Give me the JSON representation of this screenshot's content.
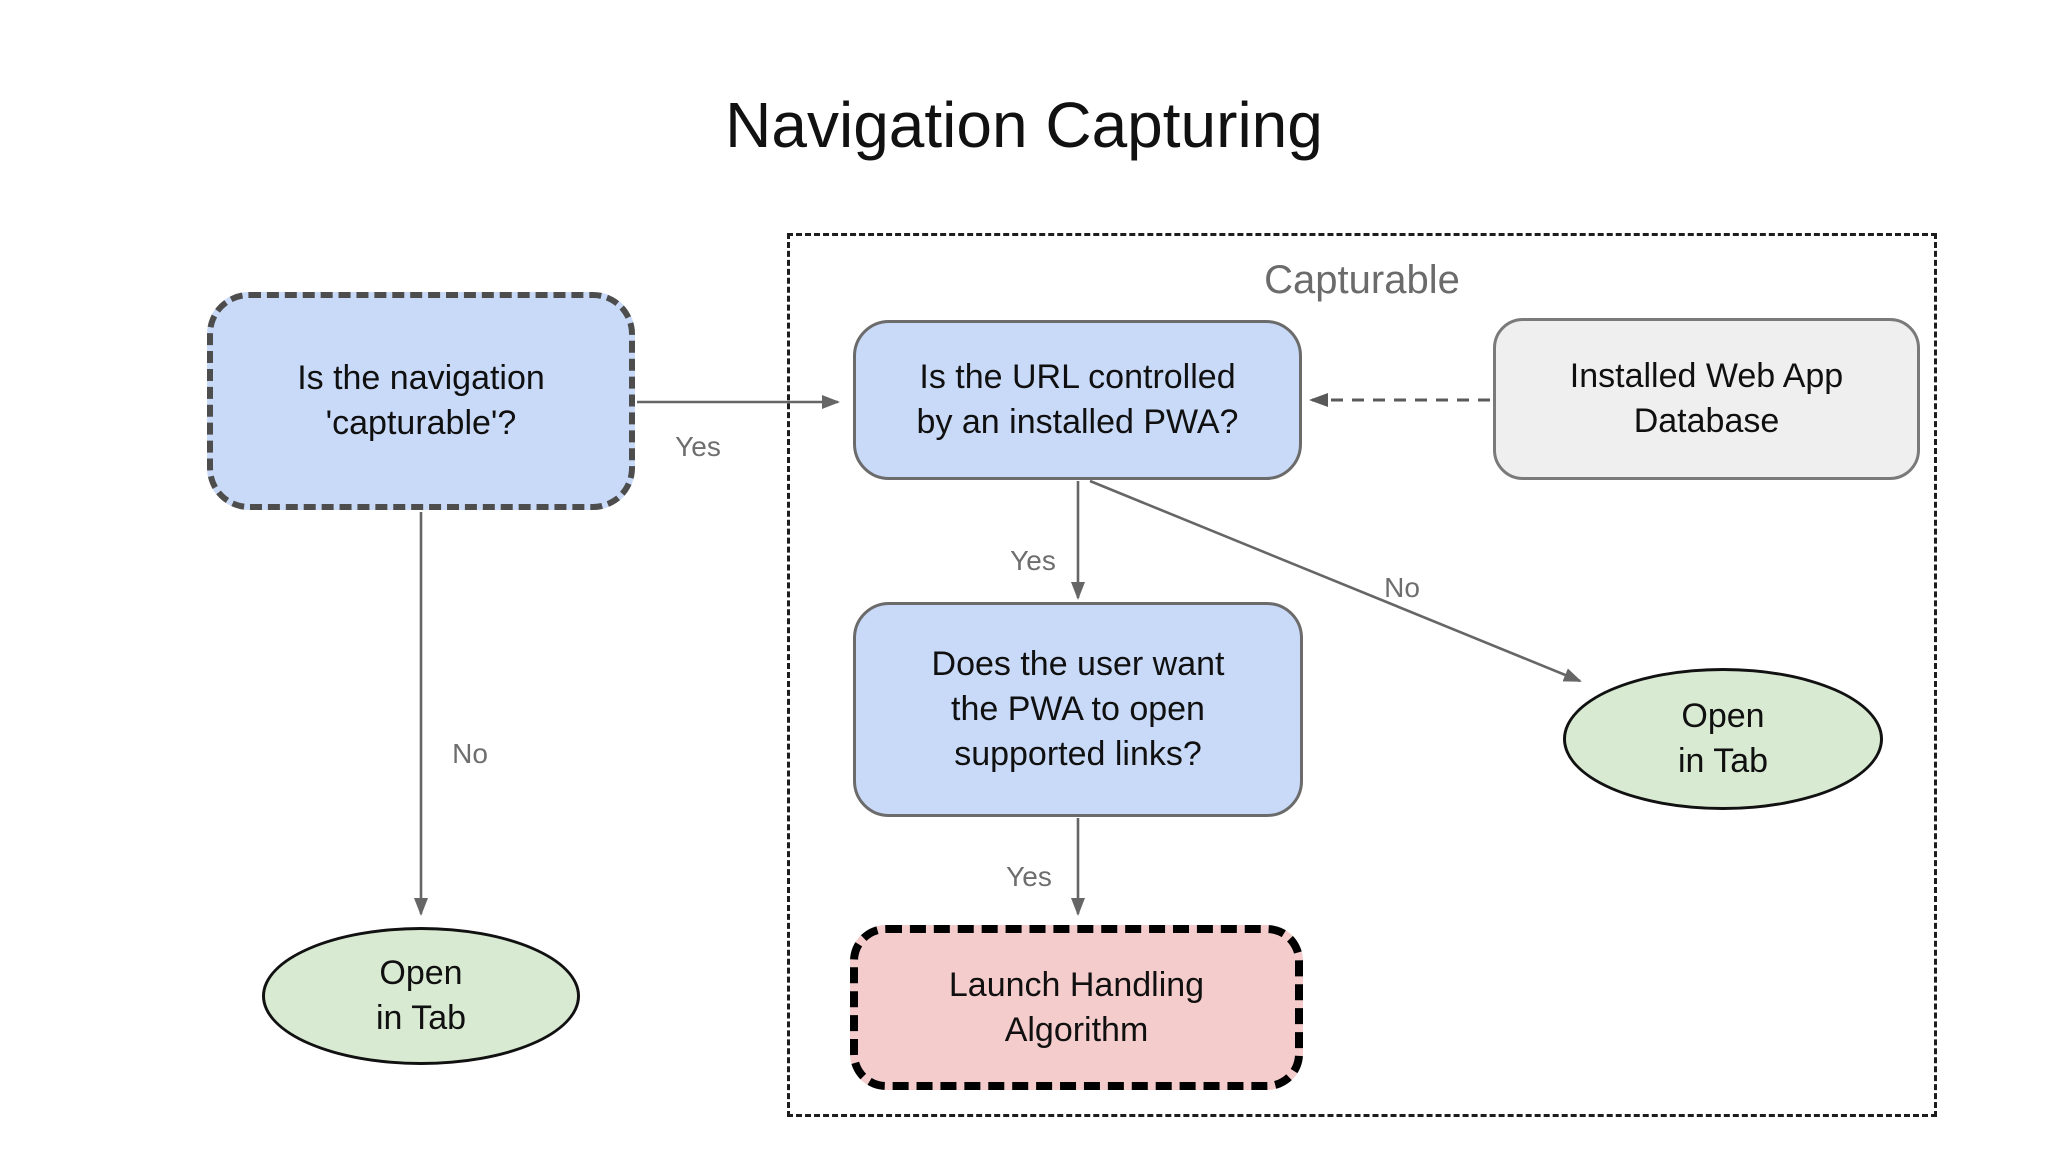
{
  "title": "Navigation Capturing",
  "container": {
    "label": "Capturable"
  },
  "nodes": {
    "is_capturable": {
      "lines": [
        "Is the navigation",
        "'capturable'?"
      ]
    },
    "url_controlled": {
      "lines": [
        "Is the URL controlled",
        "by an installed PWA?"
      ]
    },
    "installed_db": {
      "lines": [
        "Installed Web App",
        "Database"
      ]
    },
    "user_wants": {
      "lines": [
        "Does the user want",
        "the PWA to open",
        "supported links?"
      ]
    },
    "launch_handling": {
      "lines": [
        "Launch Handling",
        "Algorithm"
      ]
    },
    "open_in_tab_left": {
      "lines": [
        "Open",
        "in Tab"
      ]
    },
    "open_in_tab_right": {
      "lines": [
        "Open",
        "in Tab"
      ]
    }
  },
  "edges": {
    "capturable_yes": "Yes",
    "capturable_no": "No",
    "url_yes": "Yes",
    "url_no": "No",
    "user_yes": "Yes"
  },
  "colors": {
    "question_fill": "#c9daf8",
    "database_fill": "#efefef",
    "terminal_fill": "#d9ead3",
    "launch_fill": "#f4cccc",
    "arrow": "#666666",
    "label": "#6e6e6e"
  }
}
